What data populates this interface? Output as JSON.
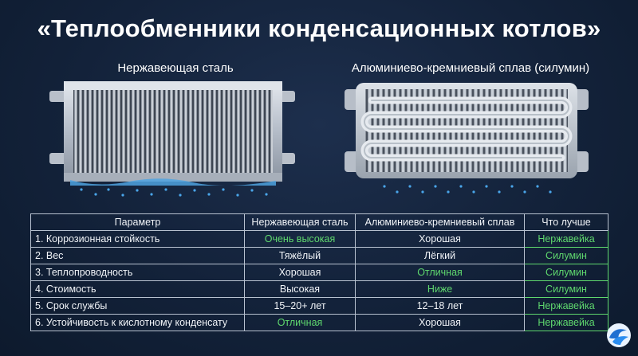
{
  "title": "«Теплообменники конденсационных котлов»",
  "left_label": "Нержавеющая сталь",
  "right_label": "Алюминиево-кремниевый сплав (силумин)",
  "table": {
    "headers": [
      "Параметр",
      "Нержавеющая сталь",
      "Алюминиево-кремниевый сплав",
      "Что лучше"
    ],
    "rows": [
      {
        "param": "1. Коррозионная стойкость",
        "steel": "Очень высокая",
        "alu": "Хорошая",
        "best": "Нержавейка"
      },
      {
        "param": "2. Вес",
        "steel": "Тяжёлый",
        "alu": "Лёгкий",
        "best": "Силумин"
      },
      {
        "param": "3. Теплопроводность",
        "steel": "Хорошая",
        "alu": "Отличная",
        "best": "Силумин"
      },
      {
        "param": "4. Стоимость",
        "steel": "Высокая",
        "alu": "Ниже",
        "best": "Силумин"
      },
      {
        "param": "5. Срок службы",
        "steel": "15–20+ лет",
        "alu": "12–18 лет",
        "best": "Нержавейка"
      },
      {
        "param": "6. Устойчивость к кислотному конденсату",
        "steel": "Отличная",
        "alu": "Хорошая",
        "best": "Нержавейка"
      }
    ]
  },
  "colors": {
    "highlight": "#5fd86e",
    "background": "#13223a"
  }
}
